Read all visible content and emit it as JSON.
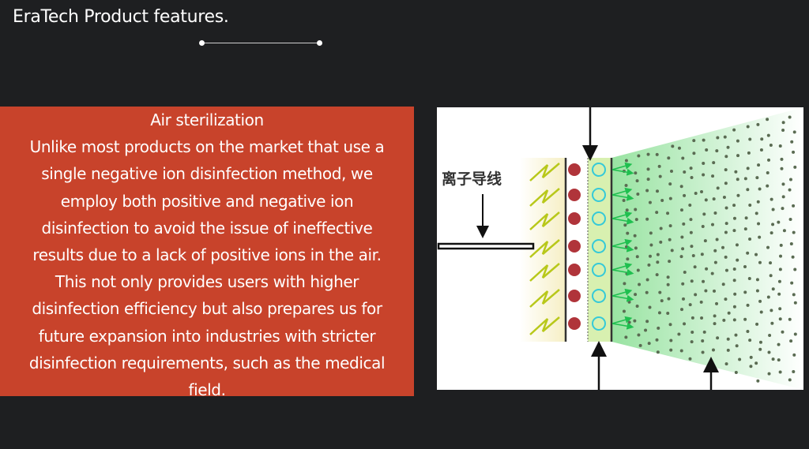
{
  "slide": {
    "title": "EraTech Product features.",
    "feature": {
      "heading": "Air sterilization",
      "lines": [
        "Unlike most products on the market that use a",
        "single negative ion disinfection method, we",
        "employ both positive and negative ion",
        "disinfection to avoid the issue of ineffective",
        "results due to a lack of positive ions in the air.",
        "This not only provides users with higher",
        "disinfection efficiency but also prepares us for",
        "future expansion into industries with stricter",
        "disinfection requirements, such as the medical",
        "field."
      ]
    },
    "figure": {
      "label": "离子导线"
    }
  },
  "colors": {
    "background": "#1e1f21",
    "panel": "#c8432b",
    "ion_green": "#2ecc5a",
    "ion_red": "#b0343a",
    "ion_cyan": "#35c9d8"
  }
}
